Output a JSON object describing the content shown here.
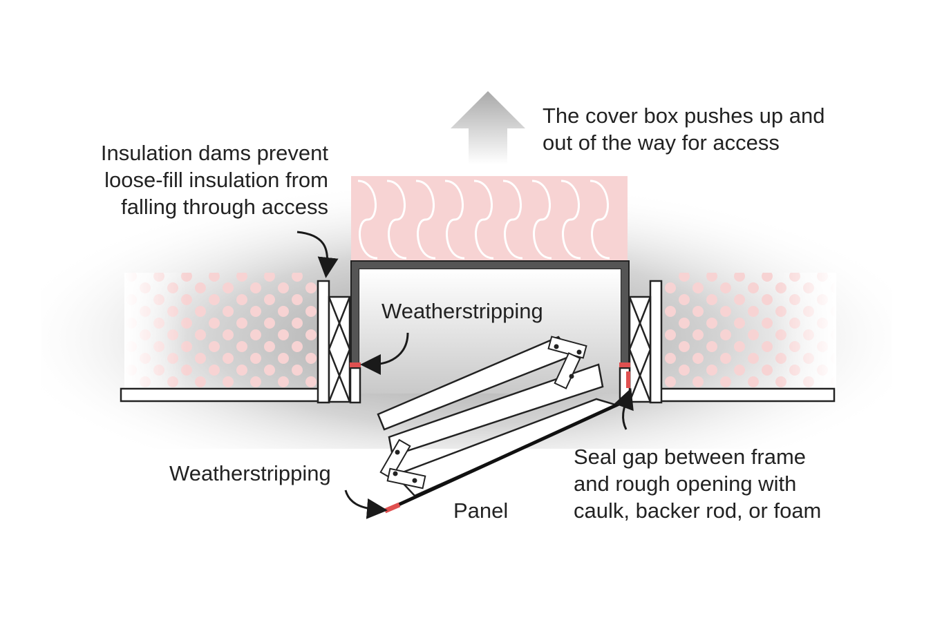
{
  "colors": {
    "insulation_pink": "#f7d3d3",
    "weatherstrip_red": "#e05050",
    "frame_gray": "#555555",
    "text": "#222222",
    "arrow_gray": "#bdbdbd"
  },
  "labels": {
    "cover_box": [
      "The cover box pushes up and",
      "out of the way for access"
    ],
    "dams": [
      "Insulation dams prevent",
      "loose-fill insulation from",
      "falling through access"
    ],
    "weatherstrip_upper": "Weatherstripping",
    "weatherstrip_lower": "Weatherstripping",
    "panel": "Panel",
    "seal_gap": [
      "Seal gap between frame",
      "and rough opening with",
      "caulk, backer rod, or foam"
    ]
  },
  "icons": [
    "up-arrow-icon",
    "curved-pointer-arrow-icon"
  ]
}
